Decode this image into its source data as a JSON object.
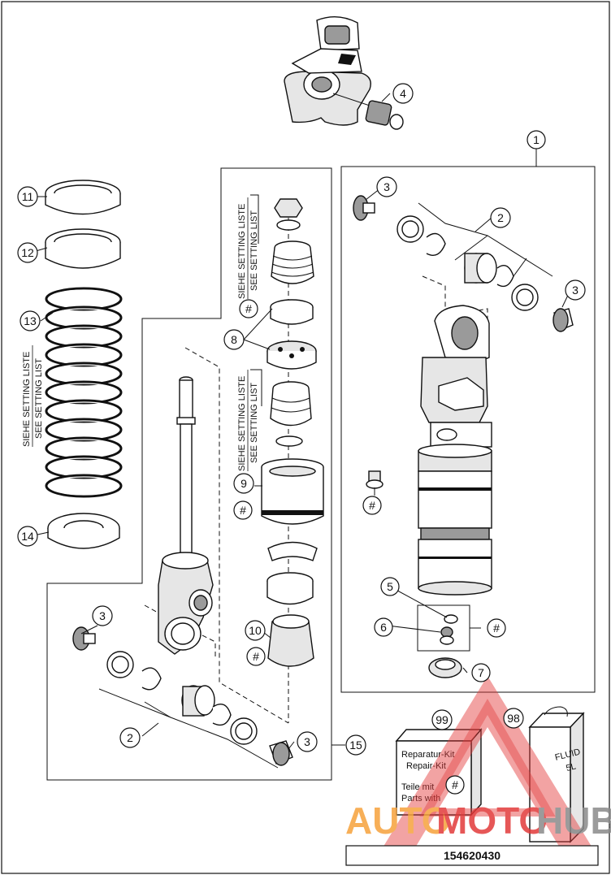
{
  "callouts": {
    "c1": "1",
    "c2a": "2",
    "c2b": "2",
    "c3a": "3",
    "c3b": "3",
    "c3c": "3",
    "c3d": "3",
    "c4": "4",
    "c5": "5",
    "c6": "6",
    "c7": "7",
    "c8": "8",
    "c9": "9",
    "c10": "10",
    "c11": "11",
    "c12": "12",
    "c13": "13",
    "c14": "14",
    "c15": "15",
    "c98": "98",
    "c99": "99",
    "hash1": "#",
    "hash2": "#",
    "hash3": "#",
    "hash4": "#",
    "hash5": "#",
    "hash6": "#"
  },
  "setting": {
    "de": "SIEHE SETTING LISTE",
    "en": "SEE SETTING LIST"
  },
  "kit_box": {
    "line1": "Reparatur-Kit",
    "line2": "Repair-Kit",
    "line3": "Teile mit",
    "line4": "Parts with"
  },
  "fluid_can": {
    "line1": "FLUID",
    "line2": "5L"
  },
  "watermark": {
    "part1": "AUTO",
    "part2": "MOTO",
    "part3": "HUB",
    "color_orange": "#f6a23c",
    "color_red": "#e23a3a",
    "color_gray": "#8a8a8a"
  },
  "drawing_number": "154620430"
}
